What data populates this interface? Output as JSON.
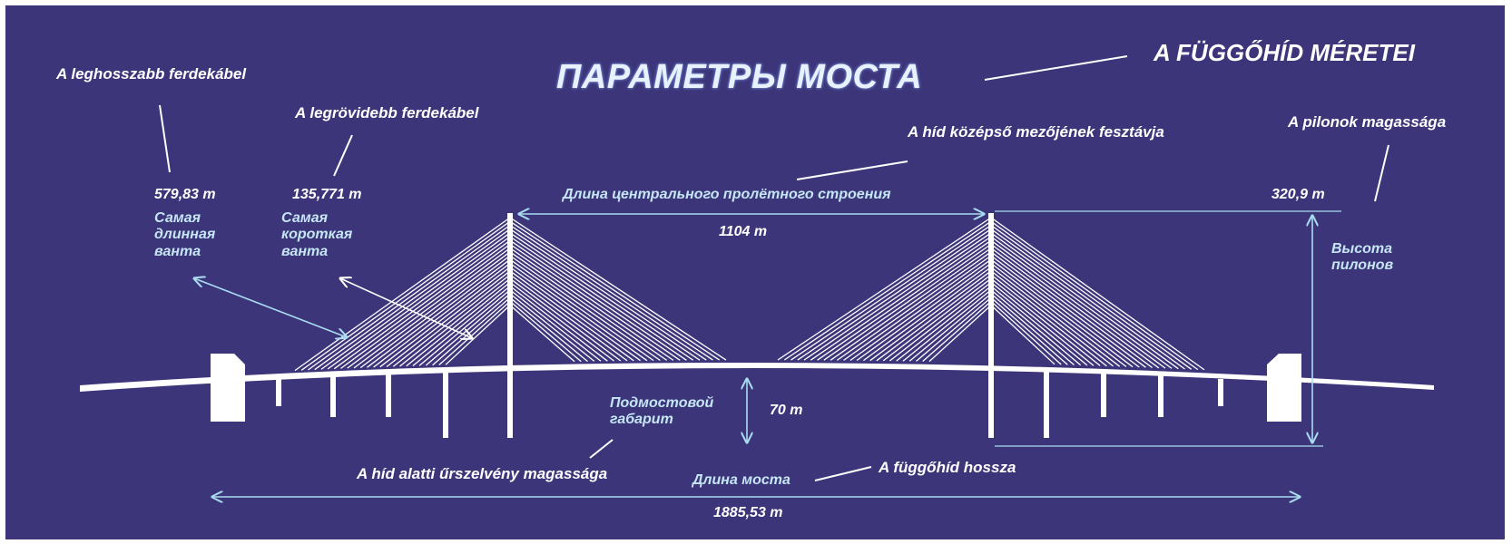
{
  "titles": {
    "russian": "ПАРАМЕТРЫ МОСТА",
    "hungarian": "A FÜGGŐHÍD MÉRETEI"
  },
  "labels": {
    "longest_cable": {
      "hu": "A leghosszabb ferdekábel",
      "value": "579,83 m",
      "ru": "Самая\nдлинная\nванта"
    },
    "shortest_cable": {
      "hu": "A legrövidebb ferdekábel",
      "value": "135,771 m",
      "ru": "Самая\nкороткая\nванта"
    },
    "central_span": {
      "hu": "A híd középső mezőjének fesztávja",
      "ru": "Длина центрального пролётного строения",
      "value": "1104 m"
    },
    "pylon_height": {
      "hu": "A pilonok magassága",
      "value": "320,9 m",
      "ru": "Высота\nпилонов"
    },
    "clearance": {
      "ru": "Подмостовой\nгабарит",
      "value": "70 m",
      "hu": "A híd alatti űrszelvény magassága"
    },
    "bridge_length": {
      "ru": "Длина моста",
      "hu": "A függőhíd hossza",
      "value": "1885,53 m"
    }
  },
  "colors": {
    "background": "#3c357a",
    "structure": "#ffffff",
    "dimension_lines": "#a9dcf0",
    "russian_text": "#c5e6f4"
  }
}
